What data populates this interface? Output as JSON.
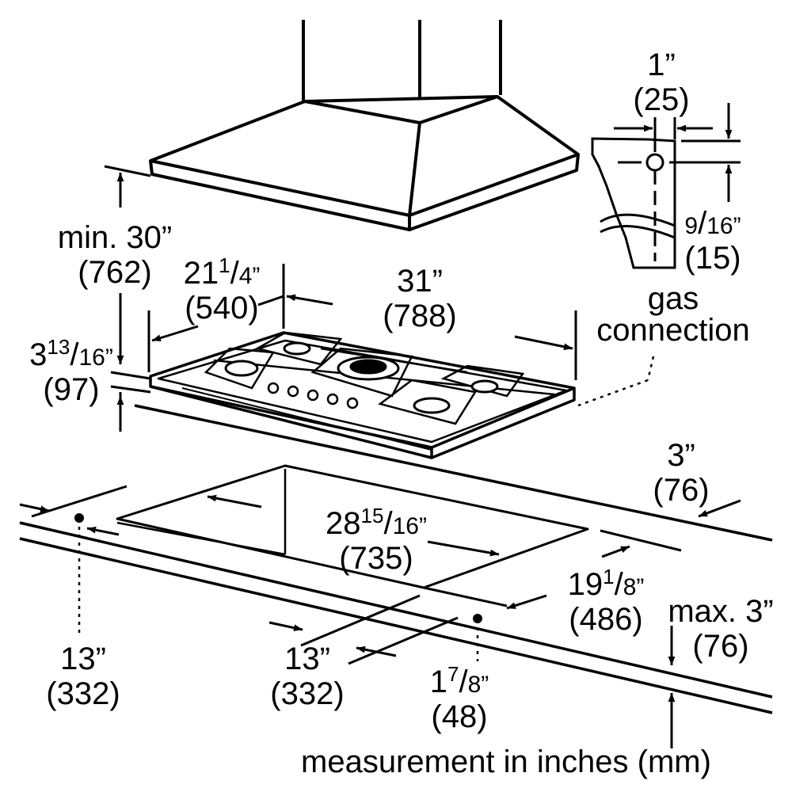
{
  "labels": {
    "hood_height": {
      "imperial": "min. 30”",
      "metric": "(762)"
    },
    "gas_offset_x": {
      "imperial": "1”",
      "metric": "(25)"
    },
    "gas_offset_y": {
      "whole": "",
      "num": "9",
      "den": "16”",
      "metric": "(15)"
    },
    "gas_connection": {
      "line1": "gas",
      "line2": "connection"
    },
    "cooktop_depth": {
      "whole": "21",
      "num": "1",
      "den": "4”",
      "metric": "(540)"
    },
    "cooktop_width": {
      "imperial": "31”",
      "metric": "(788)"
    },
    "cooktop_height": {
      "whole": "3",
      "num": "13",
      "den": "16”",
      "metric": "(97)"
    },
    "rear_clearance": {
      "imperial": "3”",
      "metric": "(76)"
    },
    "cutout_width": {
      "whole": "28",
      "num": "15",
      "den": "16”",
      "metric": "(735)"
    },
    "cutout_depth": {
      "whole": "19",
      "num": "1",
      "den": "8”",
      "metric": "(486)"
    },
    "countertop_thickness": {
      "imperial": "max. 3”",
      "metric": "(76)"
    },
    "gas_left": {
      "imperial": "13”",
      "metric": "(332)"
    },
    "gas_mid": {
      "imperial": "13”",
      "metric": "(332)"
    },
    "gas_front": {
      "whole": "1",
      "num": "7",
      "den": "8”",
      "metric": "(48)"
    },
    "footer": "measurement in inches (mm)"
  }
}
